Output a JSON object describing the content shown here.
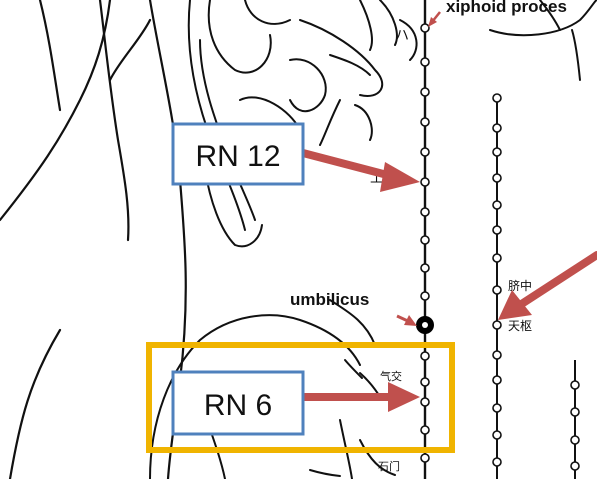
{
  "labels": {
    "xiphoid": "xiphoid proces",
    "umbilicus": "umbilicus",
    "rn12": "RN 12",
    "rn6": "RN 6",
    "cjk_shangwan": "上",
    "cjk_qihai": "气交",
    "cjk_qizhong": "脐中",
    "cjk_tianshu": "天枢",
    "cjk_hachi": "ハ",
    "cjk_lower": "石门"
  },
  "colors": {
    "arrow": "#c0504d",
    "box_border_blue": "#4f81bd",
    "highlight_border": "#f0b400",
    "line": "#111111"
  }
}
